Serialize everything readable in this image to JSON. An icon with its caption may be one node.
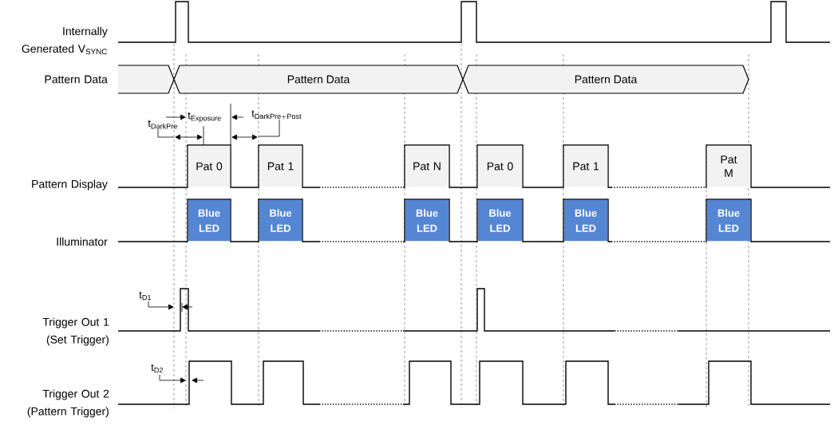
{
  "diagram": {
    "nodes": [
      {
        "text": [
          "Pattern Data"
        ]
      },
      {
        "text": [
          "Pattern Data"
        ]
      },
      {
        "text": [
          "Pat 0"
        ]
      },
      {
        "text": [
          "Pat 1"
        ]
      },
      {
        "text": [
          "Pat N"
        ]
      },
      {
        "text": [
          "Pat 0"
        ]
      },
      {
        "text": [
          "Pat 1"
        ]
      },
      {
        "text": [
          "Pat M"
        ]
      },
      {
        "text": [
          "Blue LED"
        ]
      },
      {
        "text": [
          "Blue LED"
        ]
      },
      {
        "text": [
          "Blue LED"
        ]
      },
      {
        "text": [
          "Blue LED"
        ]
      },
      {
        "text": [
          "Blue LED"
        ]
      },
      {
        "text": [
          "Blue LED"
        ]
      }
    ],
    "labels": [
      "Internally Generated V$_{SYNC}$",
      "Pattern Data",
      "\\mathrm{t}_{\\mathrm{Exposure}}",
      "\\mathrm{t}_{\\mathrm{DarkPre+Post}}",
      "\\mathrm{t}_{\\mathrm{DarkPre}}",
      "Pattern Display",
      "Illuminator",
      "\\mathrm{t}_{\\mathrm{D1}}",
      "Trigger Out 1 (Set Trigger)",
      "\\mathrm{t}_{\\mathrm{D2}}",
      "Trigger Out 2 (Pattern Trigger)"
    ]
  }
}
